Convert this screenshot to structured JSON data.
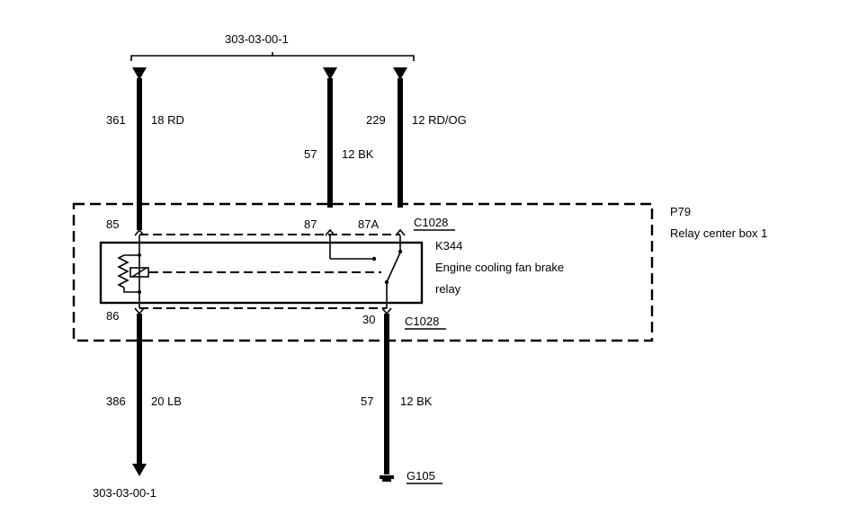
{
  "references": {
    "top": "303-03-00-1",
    "bottom": "303-03-00-1"
  },
  "wires": {
    "w361": {
      "circuit": "361",
      "spec": "18 RD"
    },
    "w57_top": {
      "circuit": "57",
      "spec": "12 BK"
    },
    "w229": {
      "circuit": "229",
      "spec": "12 RD/OG"
    },
    "w386": {
      "circuit": "386",
      "spec": "20 LB"
    },
    "w57_bottom": {
      "circuit": "57",
      "spec": "12 BK"
    }
  },
  "pins": {
    "p85": "85",
    "p87": "87",
    "p87a": "87A",
    "p86": "86",
    "p30": "30"
  },
  "connectors": {
    "top": "C1028",
    "bottom": "C1028"
  },
  "relay_box": {
    "id": "P79",
    "name": "Relay center box 1"
  },
  "relay": {
    "id": "K344",
    "name_line1": "Engine cooling fan brake",
    "name_line2": "relay"
  },
  "ground": {
    "id": "G105"
  }
}
